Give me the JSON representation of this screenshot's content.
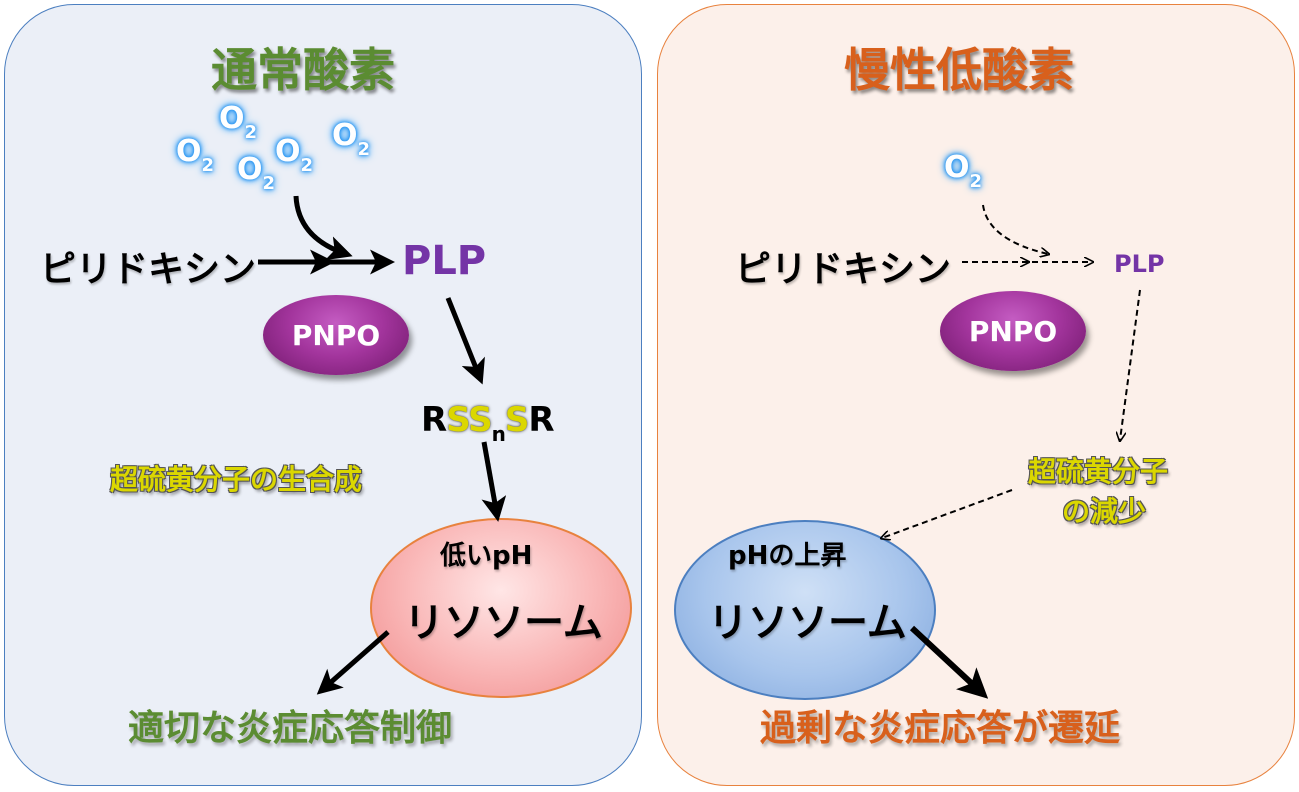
{
  "left_panel": {
    "title": "通常酸素",
    "o2_base": "O",
    "o2_sub": "2",
    "substrate": "ピリドキシン",
    "product": "PLP",
    "enzyme": "PNPO",
    "rss": {
      "r1": "R",
      "s1": "SS",
      "n": "n",
      "s2": "S",
      "r2": "R"
    },
    "synthesis": "超硫黄分子の生合成",
    "ph_note": "低いpH",
    "organelle": "リソソーム",
    "outcome": "適切な炎症応答制御"
  },
  "right_panel": {
    "title": "慢性低酸素",
    "o2_base": "O",
    "o2_sub": "2",
    "substrate": "ピリドキシン",
    "product": "PLP",
    "enzyme": "PNPO",
    "decrease_line1": "超硫黄分子",
    "decrease_line2": "の減少",
    "ph_note": "pHの上昇",
    "organelle": "リソソーム",
    "outcome": "過剰な炎症応答が遷延"
  },
  "colors": {
    "normoxia_green": "#5b8c32",
    "hypoxia_orange": "#d8601c",
    "plp_purple": "#7434a6",
    "persulfide_yellow": "#dbd700",
    "o2_glow_blue": "#1d8ff0"
  }
}
